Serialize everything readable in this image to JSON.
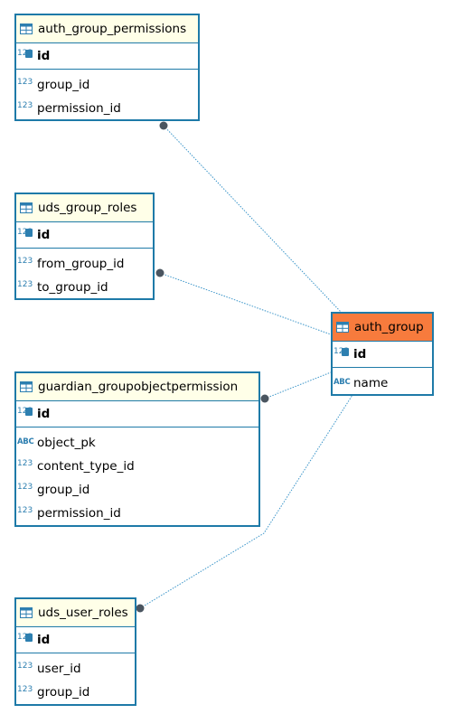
{
  "colors": {
    "border": "#1e7aa8",
    "header_bg": "#ffffe8",
    "highlight_bg": "#f77b3d",
    "edge": "#3b95c9",
    "dot": "#4a5560"
  },
  "tables": {
    "auth_group_permissions": {
      "name": "auth_group_permissions",
      "pk": {
        "type": "123",
        "name": "id"
      },
      "columns": [
        {
          "type": "123",
          "name": "group_id"
        },
        {
          "type": "123",
          "name": "permission_id"
        }
      ]
    },
    "uds_group_roles": {
      "name": "uds_group_roles",
      "pk": {
        "type": "123",
        "name": "id"
      },
      "columns": [
        {
          "type": "123",
          "name": "from_group_id"
        },
        {
          "type": "123",
          "name": "to_group_id"
        }
      ]
    },
    "guardian_groupobjectpermission": {
      "name": "guardian_groupobjectpermission",
      "pk": {
        "type": "123",
        "name": "id"
      },
      "columns": [
        {
          "type": "ABC",
          "name": "object_pk"
        },
        {
          "type": "123",
          "name": "content_type_id"
        },
        {
          "type": "123",
          "name": "group_id"
        },
        {
          "type": "123",
          "name": "permission_id"
        }
      ]
    },
    "uds_user_roles": {
      "name": "uds_user_roles",
      "pk": {
        "type": "123",
        "name": "id"
      },
      "columns": [
        {
          "type": "123",
          "name": "user_id"
        },
        {
          "type": "123",
          "name": "group_id"
        }
      ]
    },
    "auth_group": {
      "name": "auth_group",
      "pk": {
        "type": "123",
        "name": "id"
      },
      "columns": [
        {
          "type": "ABC",
          "name": "name"
        }
      ]
    }
  }
}
